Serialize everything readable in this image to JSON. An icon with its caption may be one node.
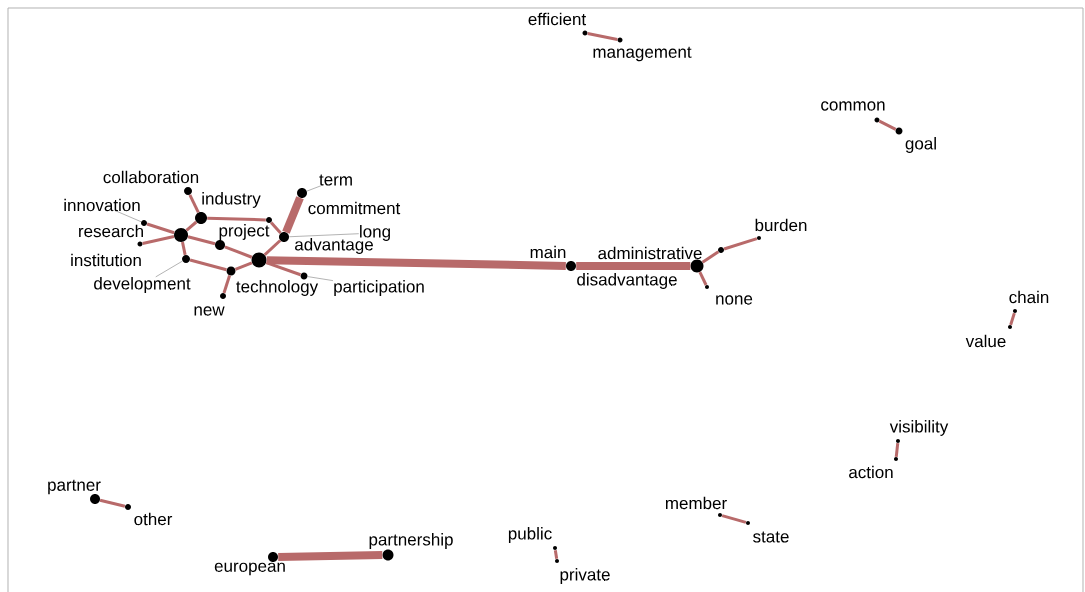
{
  "diagram": {
    "nodes": [
      {
        "text": [
          "efficient"
        ]
      },
      {
        "text": [
          "management"
        ]
      },
      {
        "text": [
          "common"
        ]
      },
      {
        "text": [
          "goal"
        ]
      },
      {
        "text": [
          "collaboration"
        ]
      },
      {
        "text": [
          "term"
        ]
      },
      {
        "text": [
          "industry"
        ]
      },
      {
        "text": [
          "commitment"
        ]
      },
      {
        "text": [
          "innovation"
        ]
      },
      {
        "text": [
          "research"
        ]
      },
      {
        "text": [
          "project"
        ]
      },
      {
        "text": [
          "long"
        ]
      },
      {
        "text": [
          "institution"
        ]
      },
      {
        "text": [
          "development"
        ]
      },
      {
        "text": [
          "advantage"
        ]
      },
      {
        "text": [
          "technology"
        ]
      },
      {
        "text": [
          "participation"
        ]
      },
      {
        "text": [
          "new"
        ]
      },
      {
        "text": [
          "main"
        ]
      },
      {
        "text": [
          "administrative"
        ]
      },
      {
        "text": [
          "disadvantage"
        ]
      },
      {
        "text": [
          "burden"
        ]
      },
      {
        "text": [
          "none"
        ]
      },
      {
        "text": [
          "chain"
        ]
      },
      {
        "text": [
          "value"
        ]
      },
      {
        "text": [
          "visibility"
        ]
      },
      {
        "text": [
          "action"
        ]
      },
      {
        "text": [
          "partner"
        ]
      },
      {
        "text": [
          "other"
        ]
      },
      {
        "text": [
          "member"
        ]
      },
      {
        "text": [
          "state"
        ]
      },
      {
        "text": [
          "public"
        ]
      },
      {
        "text": [
          "private"
        ]
      },
      {
        "text": [
          "european"
        ]
      },
      {
        "text": [
          "partnership"
        ]
      }
    ],
    "edges": [
      {
        "from": 0,
        "to": 1,
        "arrow": "none"
      },
      {
        "from": 2,
        "to": 3,
        "arrow": "none"
      },
      {
        "from": 4,
        "to": 6,
        "arrow": "none"
      },
      {
        "from": 6,
        "to": 9,
        "arrow": "none"
      },
      {
        "from": 6,
        "to": 7,
        "arrow": "none"
      },
      {
        "from": 7,
        "to": 11,
        "arrow": "none"
      },
      {
        "from": 5,
        "to": 11,
        "arrow": "none",
        "style": "thick"
      },
      {
        "from": 11,
        "to": 14,
        "arrow": "none"
      },
      {
        "from": 8,
        "to": 9,
        "arrow": "none"
      },
      {
        "from": 12,
        "to": 9,
        "arrow": "none"
      },
      {
        "from": 9,
        "to": 10,
        "arrow": "none"
      },
      {
        "from": 10,
        "to": 14,
        "arrow": "none"
      },
      {
        "from": 9,
        "to": 13,
        "arrow": "none"
      },
      {
        "from": 13,
        "to": 15,
        "arrow": "none"
      },
      {
        "from": 15,
        "to": 14,
        "arrow": "none"
      },
      {
        "from": 15,
        "to": 17,
        "arrow": "none"
      },
      {
        "from": 14,
        "to": 16,
        "arrow": "none"
      },
      {
        "from": 14,
        "to": 18,
        "arrow": "none",
        "style": "thick"
      },
      {
        "from": 18,
        "to": 20,
        "arrow": "none",
        "style": "thick"
      },
      {
        "from": 20,
        "to": 19,
        "arrow": "none"
      },
      {
        "from": 19,
        "to": 21,
        "arrow": "none"
      },
      {
        "from": 20,
        "to": 22,
        "arrow": "none"
      },
      {
        "from": 23,
        "to": 24,
        "arrow": "none"
      },
      {
        "from": 25,
        "to": 26,
        "arrow": "none"
      },
      {
        "from": 27,
        "to": 28,
        "arrow": "none"
      },
      {
        "from": 29,
        "to": 30,
        "arrow": "none"
      },
      {
        "from": 31,
        "to": 32,
        "arrow": "none"
      },
      {
        "from": 33,
        "to": 34,
        "arrow": "none",
        "style": "thick"
      }
    ]
  }
}
